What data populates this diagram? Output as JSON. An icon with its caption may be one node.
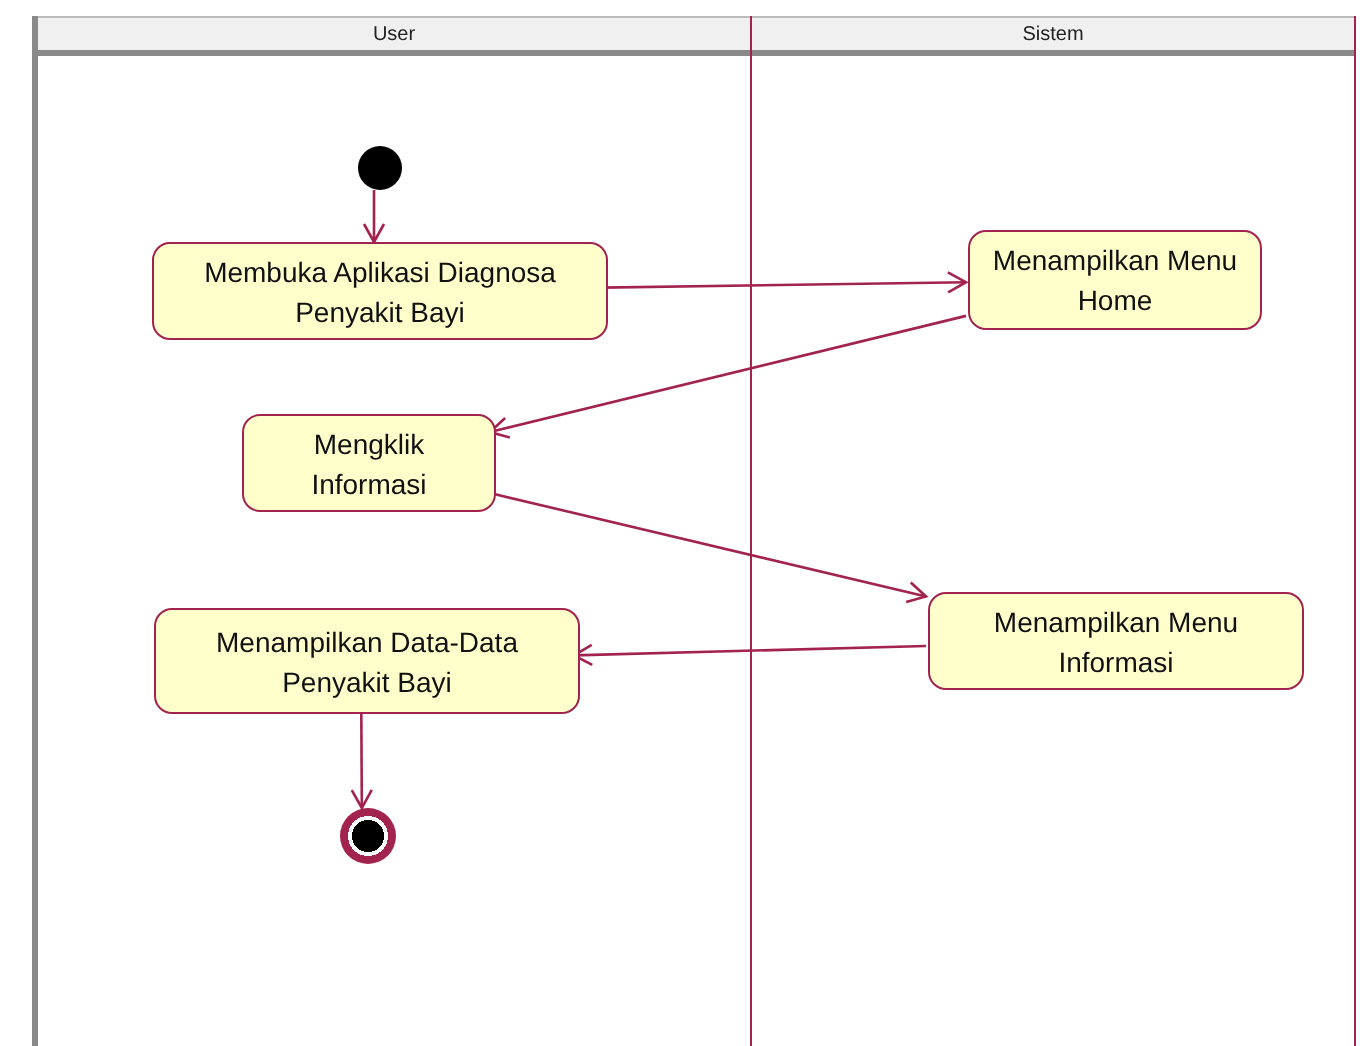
{
  "diagram": {
    "nodes": [
      {
        "text": [
          "User"
        ]
      },
      {
        "text": [
          "Sistem"
        ]
      },
      {
        "text": [],
        "shape": "circle",
        "in": 0
      },
      {
        "text": [
          "Membuka Aplikasi Diagnosa Penyakit Bayi"
        ],
        "in": 0
      },
      {
        "text": [
          "Menampilkan Menu Home"
        ],
        "in": 1
      },
      {
        "text": [
          "Mengklik Informasi"
        ],
        "in": 0
      },
      {
        "text": [
          "Menampilkan Menu Informasi"
        ],
        "in": 1
      },
      {
        "text": [
          "Menampilkan Data-Data Penyakit Bayi"
        ],
        "in": 0
      },
      {
        "text": [],
        "shape": "end-circle",
        "in": 0
      }
    ],
    "edges": [
      {
        "from": 2,
        "to": 3,
        "arrow": "to"
      },
      {
        "from": 3,
        "to": 4,
        "arrow": "to"
      },
      {
        "from": 4,
        "to": 5,
        "arrow": "to"
      },
      {
        "from": 5,
        "to": 6,
        "arrow": "to"
      },
      {
        "from": 6,
        "to": 7,
        "arrow": "to"
      },
      {
        "from": 7,
        "to": 8,
        "arrow": "to"
      }
    ]
  }
}
